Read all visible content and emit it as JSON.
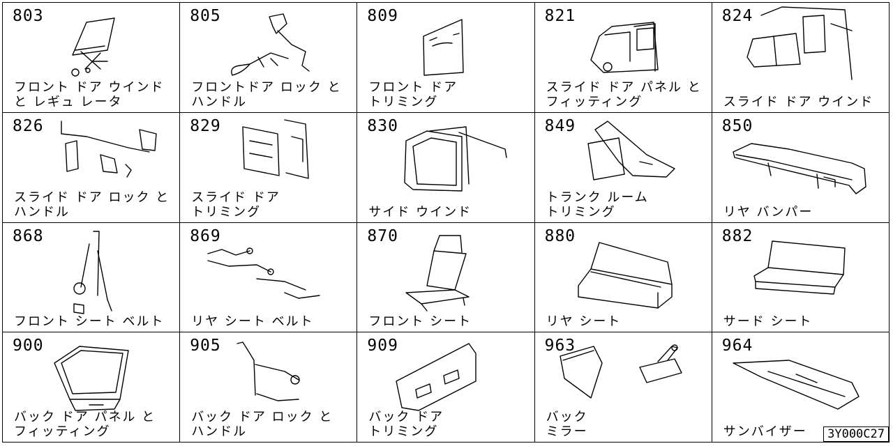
{
  "diagram_code": "3Y000C27",
  "cells": [
    {
      "number": "803",
      "line1": "フロント ドア ウインド",
      "line2": "と レギュ レータ",
      "icon": "front-door-window-regulator-icon"
    },
    {
      "number": "805",
      "line1": "フロントドア ロック と",
      "line2": "ハンドル",
      "icon": "front-door-lock-handle-icon"
    },
    {
      "number": "809",
      "line1": "フロント ドア",
      "line2": "トリミング",
      "icon": "front-door-trim-icon"
    },
    {
      "number": "821",
      "line1": "スライド ドア パネル と",
      "line2": "フィッティング",
      "icon": "slide-door-panel-icon"
    },
    {
      "number": "824",
      "line1": "",
      "line2": "スライド ドア ウインド",
      "icon": "slide-door-window-icon"
    },
    {
      "number": "826",
      "line1": "スライド ドア ロック と",
      "line2": "ハンドル",
      "icon": "slide-door-lock-handle-icon"
    },
    {
      "number": "829",
      "line1": "スライド ドア",
      "line2": "トリミング",
      "icon": "slide-door-trim-icon"
    },
    {
      "number": "830",
      "line1": "",
      "line2": "サイド ウインド",
      "icon": "side-window-icon"
    },
    {
      "number": "849",
      "line1": "トランク ルーム",
      "line2": "トリミング",
      "icon": "trunk-room-trim-icon"
    },
    {
      "number": "850",
      "line1": "",
      "line2": "リヤ バンパー",
      "icon": "rear-bumper-icon"
    },
    {
      "number": "868",
      "line1": "",
      "line2": "フロント シート ベルト",
      "icon": "front-seat-belt-icon"
    },
    {
      "number": "869",
      "line1": "",
      "line2": "リヤ シート ベルト",
      "icon": "rear-seat-belt-icon"
    },
    {
      "number": "870",
      "line1": "",
      "line2": "フロント シート",
      "icon": "front-seat-icon"
    },
    {
      "number": "880",
      "line1": "",
      "line2": "リヤ シート",
      "icon": "rear-seat-icon"
    },
    {
      "number": "882",
      "line1": "",
      "line2": "サード シート",
      "icon": "third-seat-icon"
    },
    {
      "number": "900",
      "line1": "バック ドア パネル と",
      "line2": "フィッティング",
      "icon": "back-door-panel-icon"
    },
    {
      "number": "905",
      "line1": "バック ドア ロック と",
      "line2": "ハンドル",
      "icon": "back-door-lock-handle-icon"
    },
    {
      "number": "909",
      "line1": "バック ドア",
      "line2": "トリミング",
      "icon": "back-door-trim-icon"
    },
    {
      "number": "963",
      "line1": "バック",
      "line2": "ミラー",
      "icon": "back-mirror-icon"
    },
    {
      "number": "964",
      "line1": "",
      "line2": "サンバイザー",
      "icon": "sun-visor-icon"
    }
  ]
}
